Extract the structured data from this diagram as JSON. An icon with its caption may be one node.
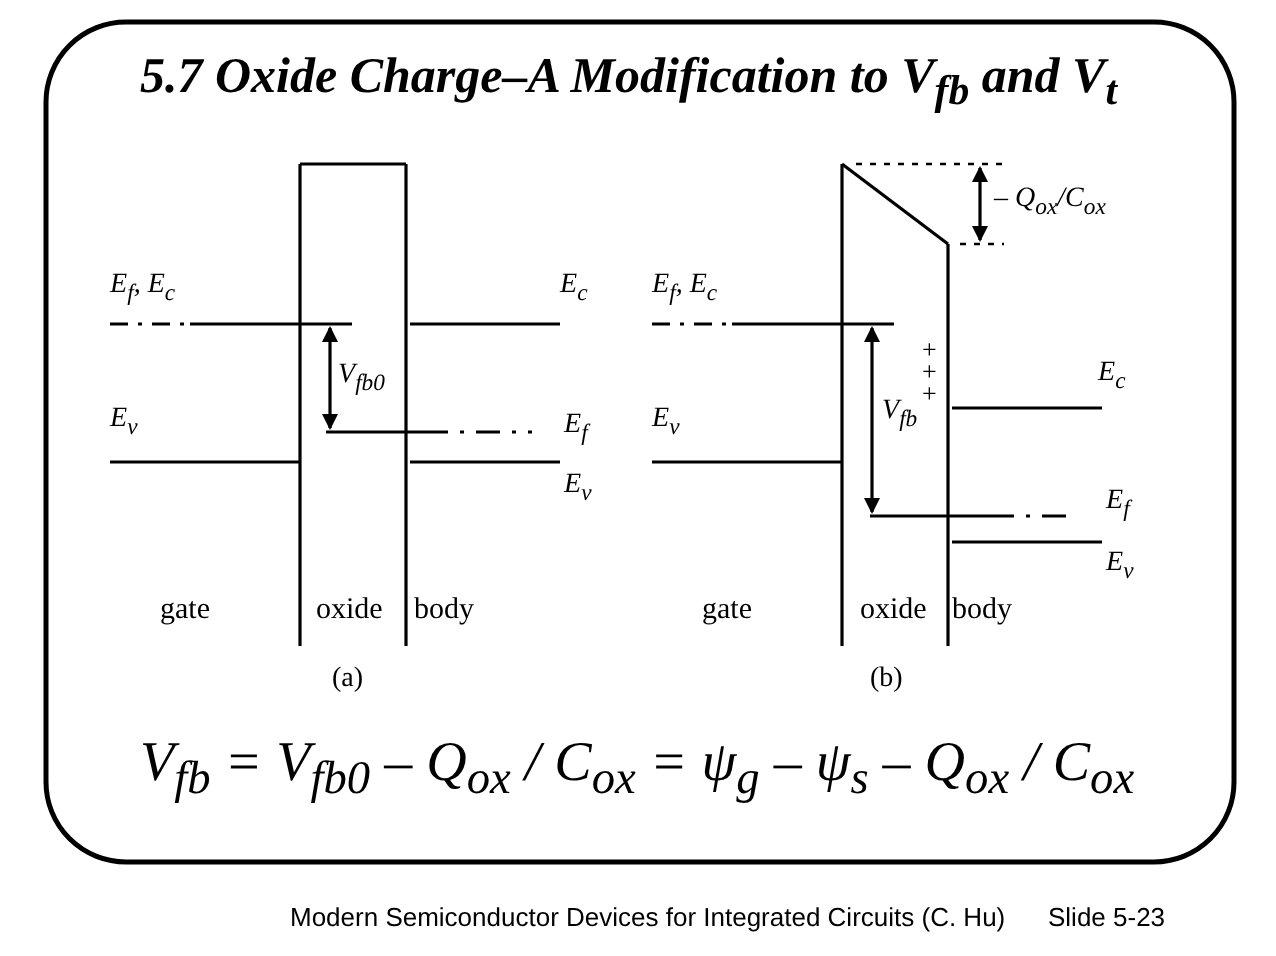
{
  "diagram": {
    "title": "5.7 Oxide Charge–A Modification to V$_{fb}$ and V$_{t}$",
    "labels": [
      "E$_{f}$, E$_{c}$",
      "E$_{c}$",
      "E$_{f}$, E$_{c}$",
      "– Q$_{ox}$/C$_{ox}$",
      "V$_{fb0}$",
      "+",
      "+",
      "+",
      "E$_{c}$",
      "E$_{v}$",
      "E$_{f}$",
      "E$_{v}$",
      "V$_{fb}$",
      "E$_{v}$",
      "E$_{f}$",
      "E$_{v}$",
      "gate",
      "oxide",
      "body",
      "gate",
      "oxide",
      "body",
      "(a)",
      "(b)",
      "V$_{fb}$ = V$_{fb0}$ – Q$_{ox}$ / C$_{ox}$ = ψ$_{g}$ – ψ$_{s}$ – Q$_{ox}$ / C$_{ox}$",
      "Modern Semiconductor Devices for Integrated Circuits (C. Hu)",
      "Slide 5-23"
    ]
  }
}
